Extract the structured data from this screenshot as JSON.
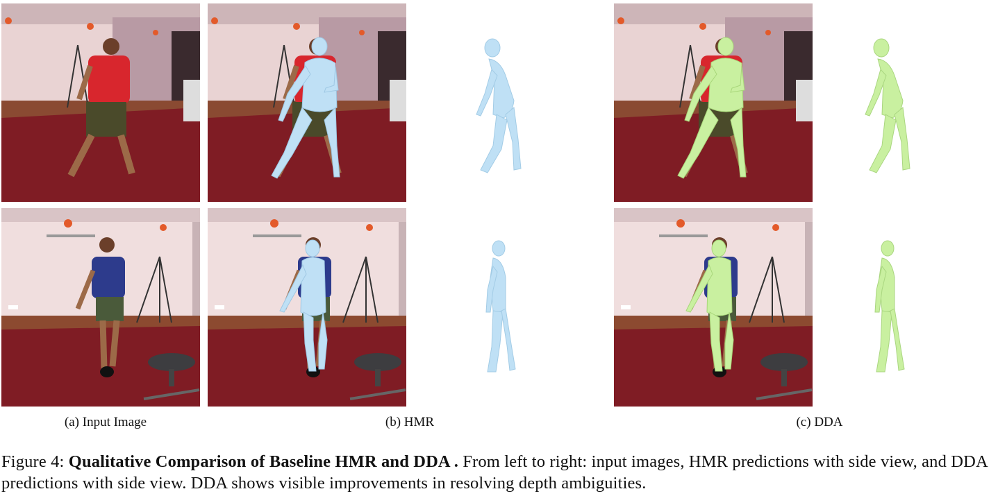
{
  "subcaptions": {
    "a": "(a) Input Image",
    "b": "(b) HMR",
    "c": "(c) DDA"
  },
  "caption": {
    "label": "Figure 4:",
    "title": "Qualitative Comparison of Baseline HMR and DDA .",
    "body": "From left to right: input images, HMR predictions with side view, and DDA predictions with side view. DDA shows visible improvements in resolving depth ambiguities."
  },
  "colors": {
    "wall": "#e7cfd0",
    "floor": "#7f1c24",
    "hmr_mesh": "#bfe0f5",
    "dda_mesh": "#c9f0a0"
  },
  "figures": [
    "input-image",
    "hmr-overlay",
    "hmr-side-view",
    "dda-overlay",
    "dda-side-view"
  ]
}
